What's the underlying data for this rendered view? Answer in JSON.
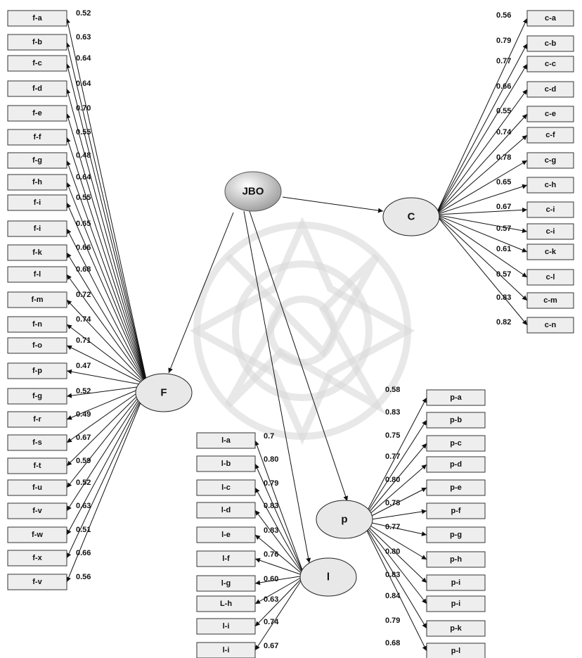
{
  "latents": {
    "jbo": "JBO",
    "f": "F",
    "c": "C",
    "l": "l",
    "p": "p"
  },
  "f_items": [
    {
      "label": "f-a",
      "load": "0.52"
    },
    {
      "label": "f-b",
      "load": "0.63"
    },
    {
      "label": "f-c",
      "load": "0.64"
    },
    {
      "label": "f-d",
      "load": "0.64"
    },
    {
      "label": "f-e",
      "load": "0.70"
    },
    {
      "label": "f-f",
      "load": "0.55"
    },
    {
      "label": "f-g",
      "load": "0.48"
    },
    {
      "label": "f-h",
      "load": "0.64"
    },
    {
      "label": "f-i",
      "load": "0.55"
    },
    {
      "label": "f-i",
      "load": "0.65"
    },
    {
      "label": "f-k",
      "load": "0.66"
    },
    {
      "label": "f-l",
      "load": "0.68"
    },
    {
      "label": "f-m",
      "load": "0.72"
    },
    {
      "label": "f-n",
      "load": "0.74"
    },
    {
      "label": "f-o",
      "load": "0.71"
    },
    {
      "label": "f-p",
      "load": "0.47"
    },
    {
      "label": "f-g",
      "load": "0.52"
    },
    {
      "label": "f-r",
      "load": "0.49"
    },
    {
      "label": "f-s",
      "load": "0.67"
    },
    {
      "label": "f-t",
      "load": "0.59"
    },
    {
      "label": "f-u",
      "load": "0.52"
    },
    {
      "label": "f-v",
      "load": "0.63"
    },
    {
      "label": "f-w",
      "load": "0.51"
    },
    {
      "label": "f-x",
      "load": "0.66"
    },
    {
      "label": "f-v",
      "load": "0.56"
    }
  ],
  "c_items": [
    {
      "label": "c-a",
      "load": "0.56"
    },
    {
      "label": "c-b",
      "load": "0.79"
    },
    {
      "label": "c-c",
      "load": "0.77"
    },
    {
      "label": "c-d",
      "load": "0.66"
    },
    {
      "label": "c-e",
      "load": "0.55"
    },
    {
      "label": "c-f",
      "load": "0.74"
    },
    {
      "label": "c-g",
      "load": "0.78"
    },
    {
      "label": "c-h",
      "load": "0.65"
    },
    {
      "label": "c-i",
      "load": "0.67"
    },
    {
      "label": "c-i",
      "load": "0.57"
    },
    {
      "label": "c-k",
      "load": "0.61"
    },
    {
      "label": "c-l",
      "load": "0.57"
    },
    {
      "label": "c-m",
      "load": "0.83"
    },
    {
      "label": "c-n",
      "load": "0.82"
    }
  ],
  "l_items": [
    {
      "label": "l-a",
      "load": "0.7"
    },
    {
      "label": "l-b",
      "load": "0.80"
    },
    {
      "label": "l-c",
      "load": "0.79"
    },
    {
      "label": "l-d",
      "load": "0.83"
    },
    {
      "label": "l-e",
      "load": "0.83"
    },
    {
      "label": "l-f",
      "load": "0.76"
    },
    {
      "label": "l-g",
      "load": "0.60"
    },
    {
      "label": "L-h",
      "load": "0.63"
    },
    {
      "label": "l-i",
      "load": "0.74"
    },
    {
      "label": "l-i",
      "load": "0.67"
    }
  ],
  "p_items": [
    {
      "label": "p-a",
      "load": "0.58"
    },
    {
      "label": "p-b",
      "load": "0.83"
    },
    {
      "label": "p-c",
      "load": "0.75"
    },
    {
      "label": "p-d",
      "load": "0.77"
    },
    {
      "label": "p-e",
      "load": "0.80"
    },
    {
      "label": "p-f",
      "load": "0.78"
    },
    {
      "label": "p-g",
      "load": "0.77"
    },
    {
      "label": "p-h",
      "load": "0.80"
    },
    {
      "label": "p-i",
      "load": "0.83"
    },
    {
      "label": "p-i",
      "load": "0.84"
    },
    {
      "label": "p-k",
      "load": "0.79"
    },
    {
      "label": "p-l",
      "load": "0.68"
    }
  ]
}
